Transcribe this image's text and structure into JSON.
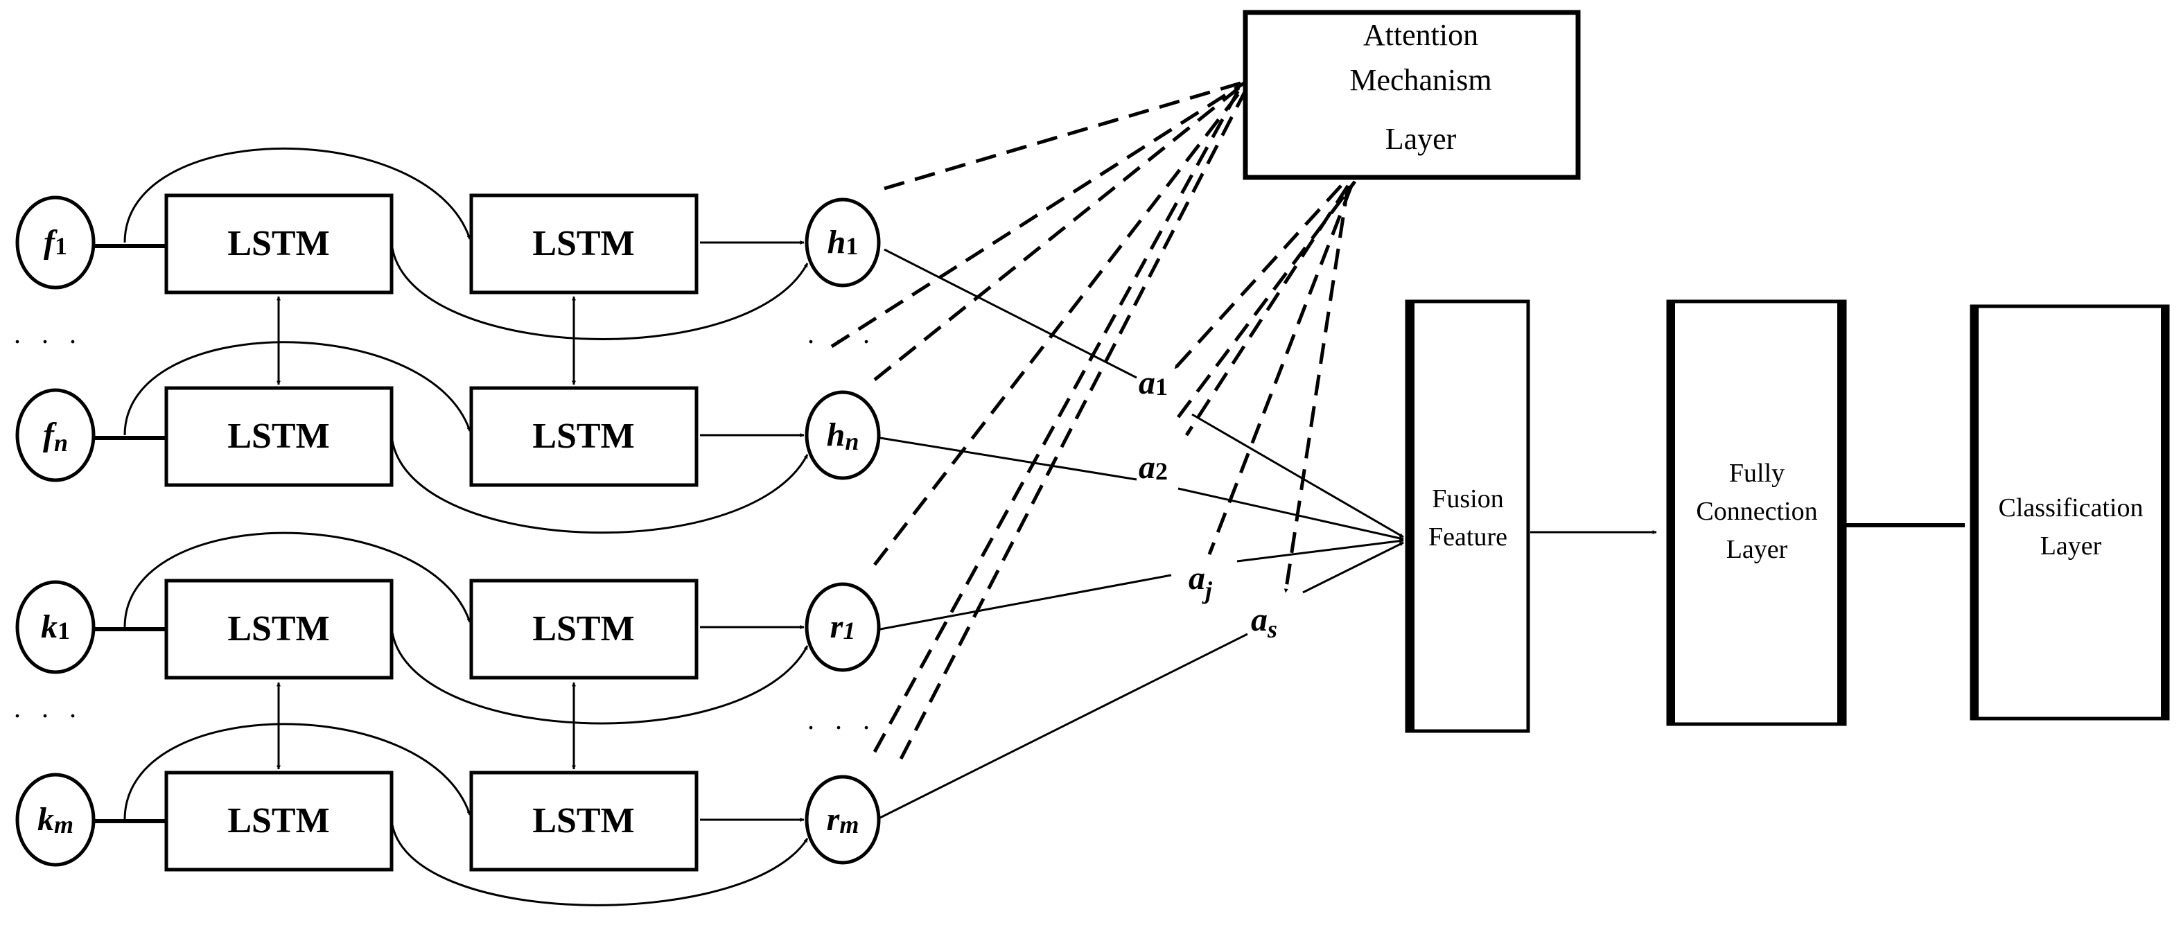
{
  "lstm_label": "LSTM",
  "ellipsis": ". . .",
  "inputs": [
    {
      "base": "f",
      "sub": "1"
    },
    {
      "base": "f",
      "sub": "n"
    },
    {
      "base": "k",
      "sub": "1"
    },
    {
      "base": "k",
      "sub": "m"
    }
  ],
  "outputs": [
    {
      "base": "h",
      "sub": "1"
    },
    {
      "base": "h",
      "sub": "n"
    },
    {
      "base": "r",
      "sub": "1"
    },
    {
      "base": "r",
      "sub": "m"
    }
  ],
  "weights": [
    {
      "base": "a",
      "sub": "1"
    },
    {
      "base": "a",
      "sub": "2"
    },
    {
      "base": "a",
      "sub": "j"
    },
    {
      "base": "a",
      "sub": "s"
    }
  ],
  "attention": {
    "line1": "Attention",
    "line2": "Mechanism",
    "line3": "Layer"
  },
  "fusion": {
    "line1": "Fusion",
    "line2": "Feature"
  },
  "fully": {
    "line1": "Fully",
    "line2": "Connection",
    "line3": "Layer"
  },
  "classification": {
    "line1": "Classification",
    "line2": "Layer"
  }
}
